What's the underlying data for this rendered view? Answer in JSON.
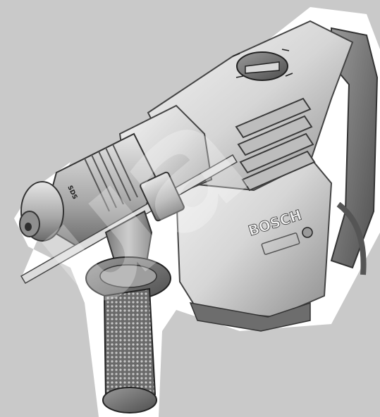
{
  "image": {
    "subject": "rotary-hammer-drill",
    "background_color": "#c9c9c9",
    "outline_color": "#ffffff"
  },
  "labels": {
    "brand": "BOSCH",
    "chuck_marking": "SDS"
  },
  "watermark": {
    "text": "ua"
  }
}
